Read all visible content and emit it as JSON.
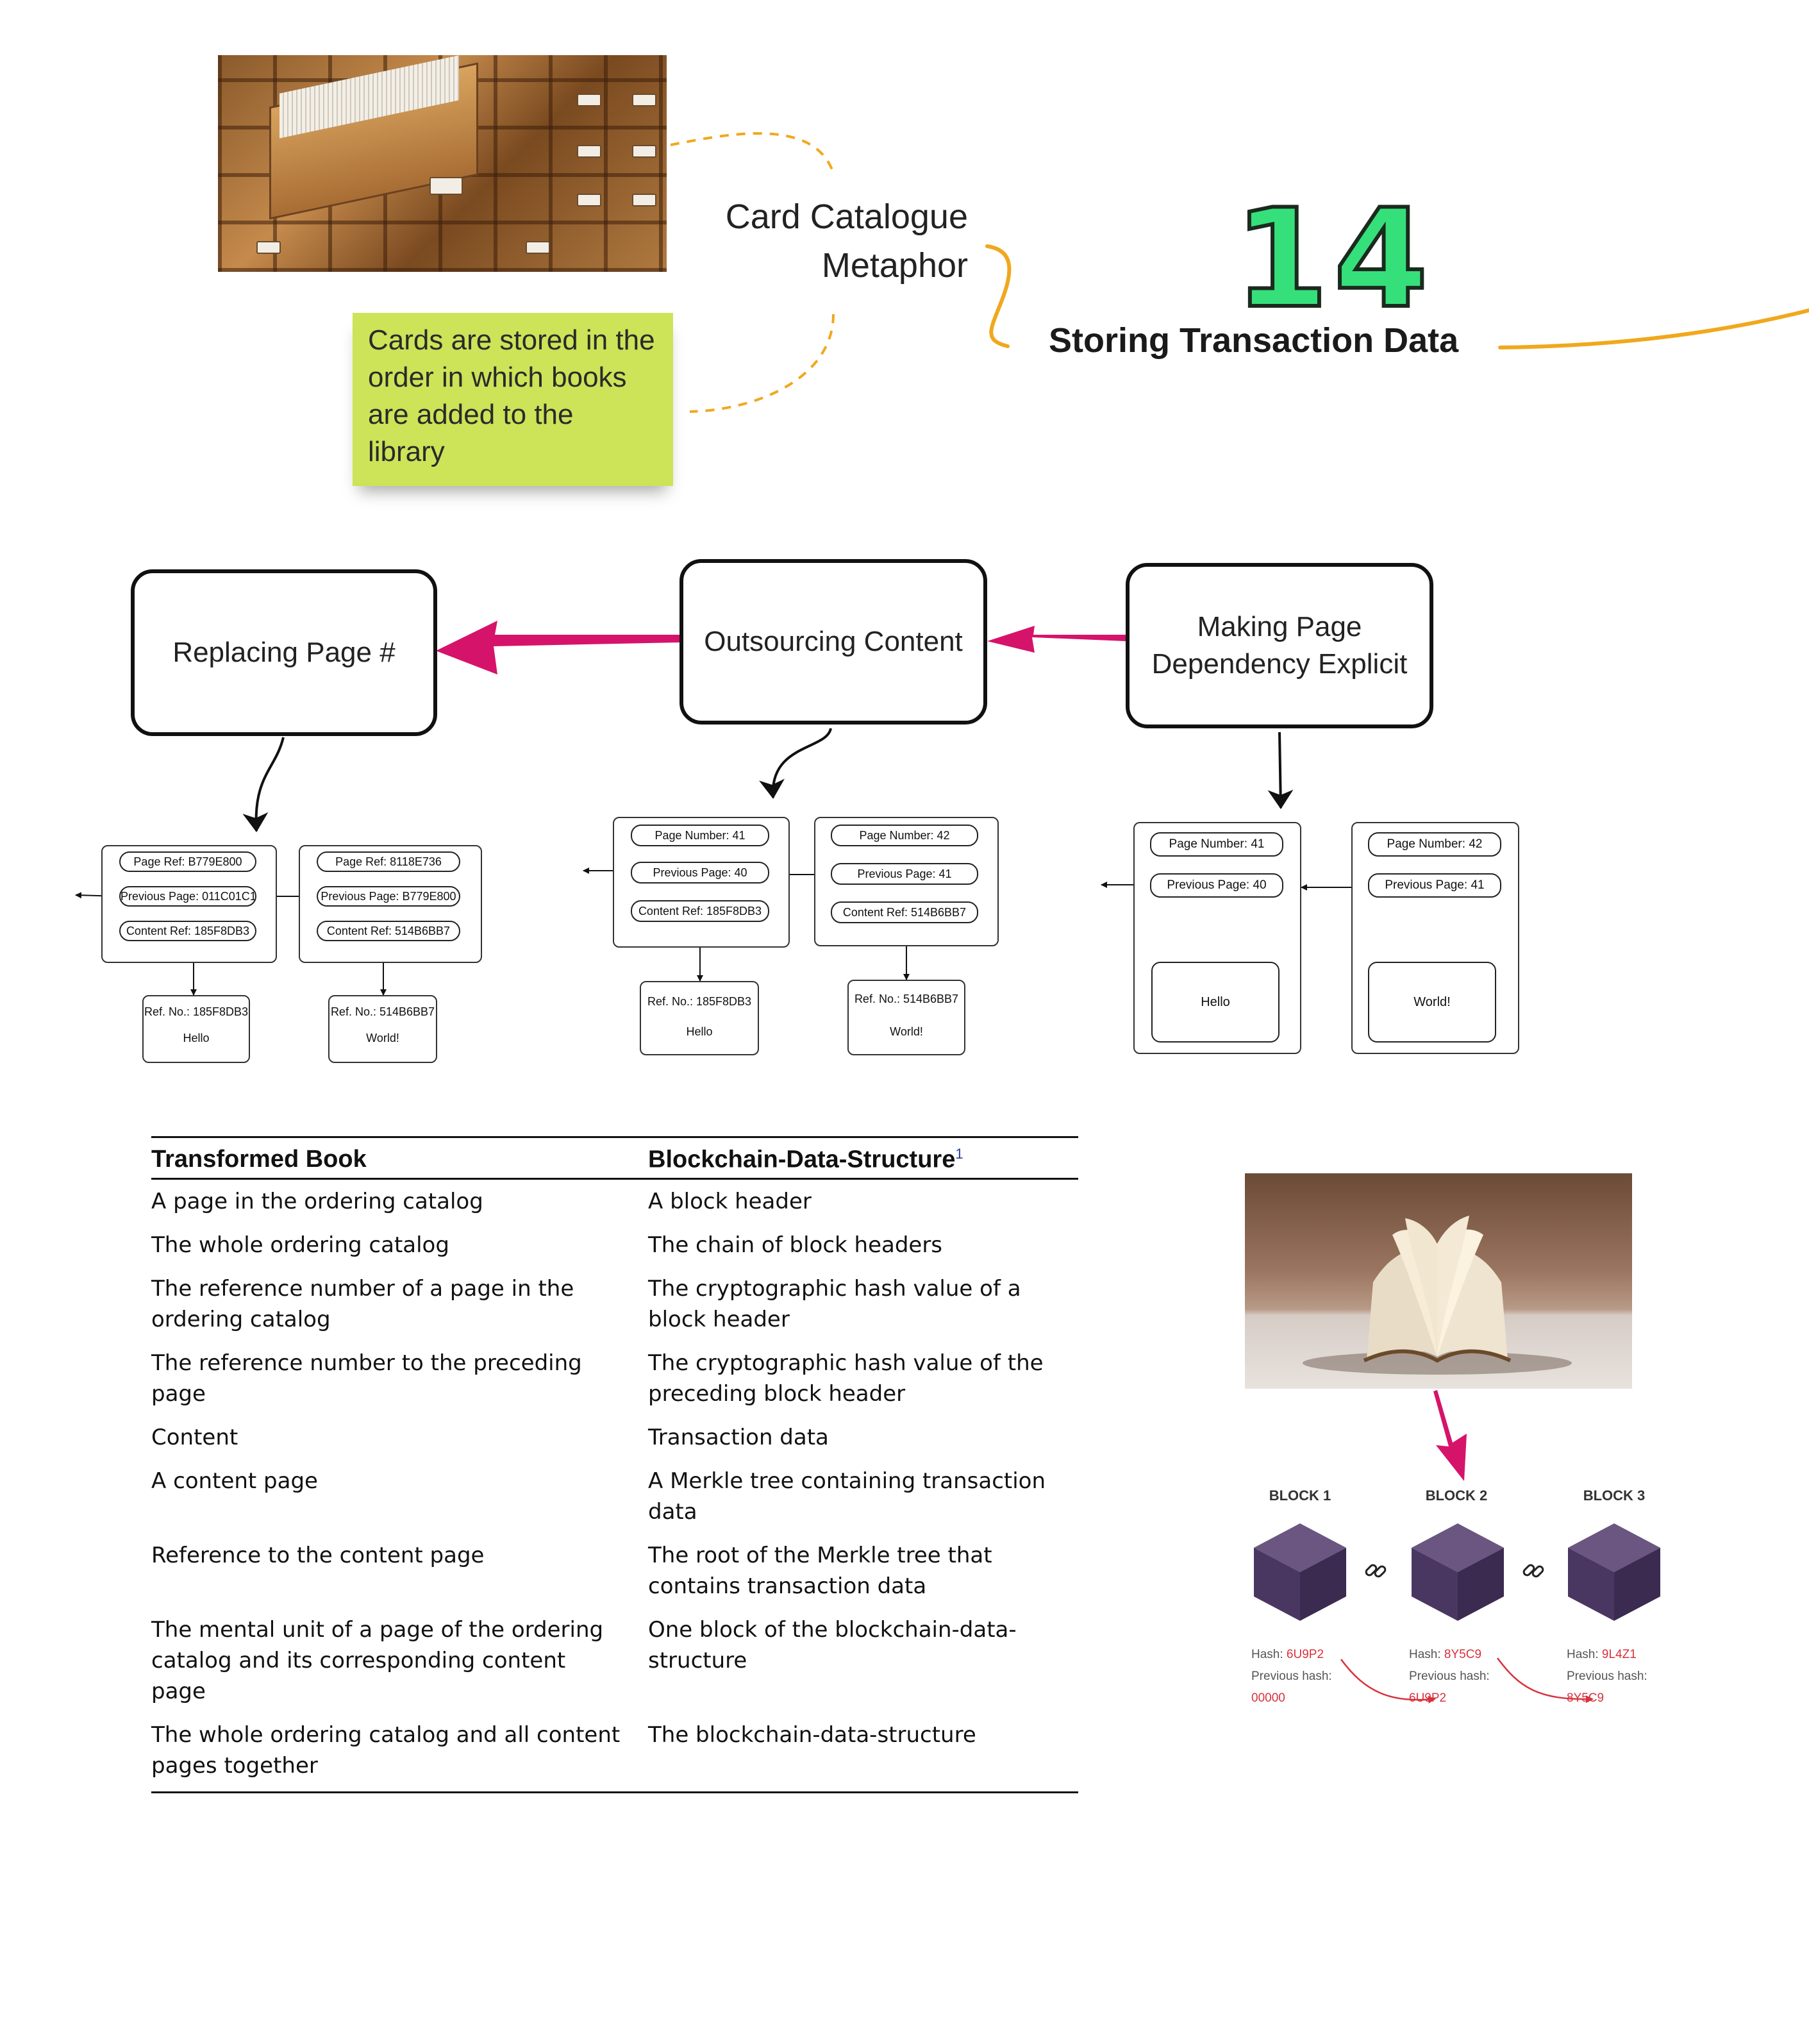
{
  "metaphor": {
    "photo_icon": "card-catalogue-drawers-photo",
    "title_line1": "Card Catalogue",
    "title_line2": "Metaphor",
    "sticky_note": "Cards are stored in the order in which books are added to the library"
  },
  "header": {
    "number": "14",
    "title": "Storing Transaction Data"
  },
  "colors": {
    "accent_orange": "#f0a81c",
    "arrow_magenta": "#d6136a",
    "number_green": "#35e07a",
    "sticky_green": "#cde358",
    "block_purple": "#4a3761",
    "hash_red": "#d8323c"
  },
  "transformation_steps": [
    {
      "label": "Replacing Page #"
    },
    {
      "label": "Outsourcing Content"
    },
    {
      "label": "Making Page Dependency Explicit"
    }
  ],
  "diagram_replacing": {
    "pages": [
      {
        "ref": "Page Ref: B779E800",
        "prev": "Previous Page: 011C01C1",
        "content": "Content Ref: 185F8DB3",
        "content_ref": "Ref. No.: 185F8DB3",
        "content_text": "Hello"
      },
      {
        "ref": "Page Ref: 8118E736",
        "prev": "Previous Page: B779E800",
        "content": "Content Ref: 514B6BB7",
        "content_ref": "Ref. No.: 514B6BB7",
        "content_text": "World!"
      }
    ]
  },
  "diagram_outsourcing": {
    "pages": [
      {
        "ref": "Page Number: 41",
        "prev": "Previous Page: 40",
        "content": "Content Ref: 185F8DB3",
        "content_ref": "Ref. No.: 185F8DB3",
        "content_text": "Hello"
      },
      {
        "ref": "Page Number: 42",
        "prev": "Previous Page: 41",
        "content": "Content Ref: 514B6BB7",
        "content_ref": "Ref. No.: 514B6BB7",
        "content_text": "World!"
      }
    ]
  },
  "diagram_explicit": {
    "pages": [
      {
        "ref": "Page Number: 41",
        "prev": "Previous Page: 40",
        "content_text": "Hello"
      },
      {
        "ref": "Page Number: 42",
        "prev": "Previous Page: 41",
        "content_text": "World!"
      }
    ]
  },
  "mapping_table": {
    "headers": [
      "Transformed Book",
      "Blockchain-Data-Structure"
    ],
    "footnote_mark": "1",
    "rows": [
      [
        "A page in the ordering catalog",
        "A block header"
      ],
      [
        "The whole ordering catalog",
        "The chain of block headers"
      ],
      [
        "The reference number of a page in the ordering catalog",
        "The cryptographic hash value of a block header"
      ],
      [
        "The reference number to the preceding page",
        "The cryptographic hash value of the preceding block header"
      ],
      [
        "Content",
        "Transaction data"
      ],
      [
        "A content page",
        "A Merkle tree containing transaction data"
      ],
      [
        "Reference to the content page",
        "The root of the Merkle tree that contains transaction data"
      ],
      [
        "The mental unit of a page of the ordering catalog and its corresponding content page",
        "One block of the blockchain-data-structure"
      ],
      [
        "The whole ordering catalog and all content pages together",
        "The blockchain-data-structure"
      ]
    ]
  },
  "book_photo_icon": "open-book-photo",
  "blockchain": {
    "blocks": [
      {
        "label": "BLOCK 1",
        "hash_label": "Hash:",
        "hash": "6U9P2",
        "prev_label": "Previous hash:",
        "prev": "00000"
      },
      {
        "label": "BLOCK 2",
        "hash_label": "Hash:",
        "hash": "8Y5C9",
        "prev_label": "Previous hash:",
        "prev": "6U9P2"
      },
      {
        "label": "BLOCK 3",
        "hash_label": "Hash:",
        "hash": "9L4Z1",
        "prev_label": "Previous hash:",
        "prev": "8Y5C9"
      }
    ],
    "link_icon": "chain-link-icon",
    "cube_icon": "cube-icon"
  }
}
